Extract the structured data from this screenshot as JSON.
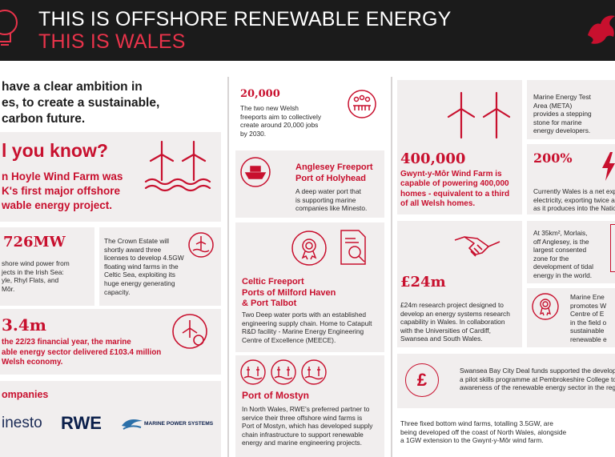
{
  "header": {
    "title_line1": "THIS IS OFFSHORE RENEWABLE ENERGY",
    "title_line2": "THIS IS WALES"
  },
  "col1": {
    "intro": [
      "have a clear ambition in",
      "es, to create a sustainable,",
      "carbon future."
    ],
    "did_you_know": {
      "title": "l you know?",
      "text": [
        "n Hoyle Wind Farm was",
        "K's first major offshore",
        "wable energy project."
      ]
    },
    "mw": {
      "value": "726MW",
      "text": [
        "shore wind power from",
        "jects in the Irish Sea:",
        "yle, Rhyl Flats, and",
        "Môr."
      ]
    },
    "crown": {
      "text": [
        "The Crown Estate will",
        "shortly award three",
        "licenses to develop 4.5GW",
        "floating wind farms in the",
        "Celtic Sea, exploiting its",
        "huge energy generating",
        "capacity."
      ]
    },
    "econ": {
      "value": "3.4m",
      "text": [
        "the 22/23 financial year, the marine",
        "able energy sector delivered £103.4 million",
        "Welsh economy."
      ]
    },
    "companies": {
      "title": "ompanies",
      "logos": [
        "inesto",
        "RWE",
        "MARINE POWER SYSTEMS"
      ]
    }
  },
  "col2": {
    "freeports": {
      "value": "20,000",
      "text": [
        "The two new Welsh",
        "freeports aim to collectively",
        "create around 20,000 jobs",
        "by 2030."
      ]
    },
    "anglesey": {
      "title": [
        "Anglesey Freeport",
        "Port of Holyhead"
      ],
      "text": [
        "A deep water port that",
        "is supporting  marine",
        "companies like Minesto."
      ]
    },
    "celtic": {
      "title": [
        "Celtic Freeport",
        "Ports of Milford Haven",
        "& Port Talbot"
      ],
      "text": [
        "Two Deep water ports with an established",
        "engineering supply chain. Home to Catapult",
        "R&D facility - Marine Energy Engineering",
        "Centre of Excellence (MEECE)."
      ]
    },
    "mostyn": {
      "title": "Port of Mostyn",
      "text": [
        "In North Wales, RWE's preferred partner to",
        "service their three offshore wind farms is",
        "Port of Mostyn, which has developed supply",
        "chain infrastructure to support renewable",
        "energy and marine engineering projects."
      ]
    }
  },
  "col3": {
    "gwynt": {
      "value": "400,000",
      "text": [
        "Gwynt-y-Môr Wind Farm is",
        "capable of powering 400,000",
        "homes - equivalent to a third",
        "of all Welsh homes."
      ]
    },
    "meta": {
      "text": [
        "Marine Energy Test",
        "Area (META)",
        "provides a stepping",
        "stone for marine",
        "energy developers."
      ]
    },
    "export": {
      "value": "200%",
      "text": [
        "Currently Wales is a net exp",
        "electricity, exporting twice a",
        "as it produces into the Natio"
      ]
    },
    "research": {
      "value": "£24m",
      "text": [
        "£24m research project designed to",
        "develop an energy systems research",
        "capability in Wales. In collaboration",
        "with the Universities of Cardiff,",
        "Swansea and South Wales."
      ]
    },
    "morlais": {
      "text": [
        "At 35km², Morlais,",
        "off Anglesey, is the",
        "largest consented",
        "zone for the",
        "development of tidal",
        "energy in the world."
      ]
    },
    "promotes": {
      "text": [
        "Marine Ene",
        "promotes W",
        "Centre of E",
        "in the field o",
        "sustainable",
        "renewable e"
      ]
    },
    "swansea": {
      "icon": "£",
      "text": [
        "Swansea Bay City Deal funds supported the developm",
        "a pilot skills programme at Pembrokeshire College to",
        "awareness of the renewable energy sector in the regi"
      ]
    },
    "fixed": {
      "text": [
        "Three fixed bottom wind farms, totalling 3.5GW, are",
        "being developed off the coast of North Wales, alongside",
        "a 1GW extension to the Gwynt-y-Môr wind farm."
      ]
    }
  },
  "colors": {
    "accent": "#c8102e",
    "panel": "#f1eeee",
    "header": "#1b1b1b"
  }
}
